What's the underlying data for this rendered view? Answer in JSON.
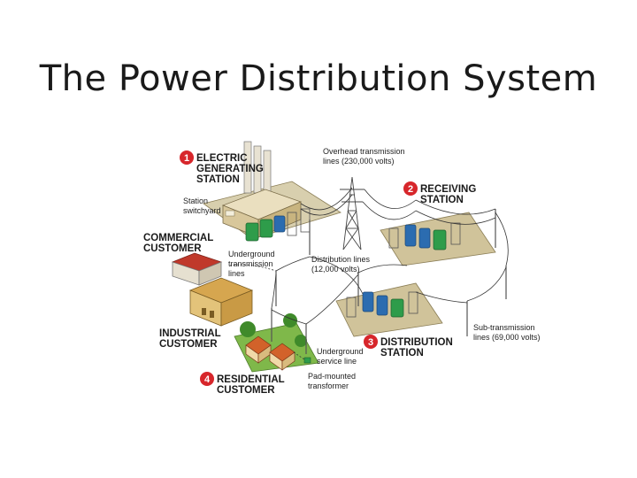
{
  "title": "The Power Distribution System",
  "labels": {
    "generating": {
      "number": "1",
      "line1": "ELECTRIC",
      "line2": "GENERATING",
      "line3": "STATION"
    },
    "receiving": {
      "number": "2",
      "line1": "RECEIVING",
      "line2": "STATION"
    },
    "distribution": {
      "number": "3",
      "line1": "DISTRIBUTION",
      "line2": "STATION"
    },
    "residential": {
      "number": "4",
      "line1": "RESIDENTIAL",
      "line2": "CUSTOMER"
    },
    "commercial": {
      "line1": "COMMERCIAL",
      "line2": "CUSTOMER"
    },
    "industrial": {
      "line1": "INDUSTRIAL",
      "line2": "CUSTOMER"
    },
    "switchyard": {
      "line1": "Station",
      "line2": "switchyard"
    },
    "overhead": {
      "line1": "Overhead transmission",
      "line2": "lines (230,000 volts)"
    },
    "underground_tx": {
      "line1": "Underground",
      "line2": "transmission",
      "line3": "lines"
    },
    "distribution_lines": {
      "line1": "Distribution lines",
      "line2": "(12,000 volts)"
    },
    "subtransmission": {
      "line1": "Sub-transmission",
      "line2": "lines (69,000 volts)"
    },
    "underground_service": {
      "line1": "Underground",
      "line2": "service line"
    },
    "pad_mounted": {
      "line1": "Pad-mounted",
      "line2": "transformer"
    }
  },
  "colors": {
    "badge": "#d7262b",
    "ground": "#c9b98c",
    "grass": "#6aa637",
    "transformer_green": "#2e9c4a",
    "transformer_blue": "#2b6cb0",
    "roof_red": "#c0392b",
    "wire": "#333333"
  }
}
